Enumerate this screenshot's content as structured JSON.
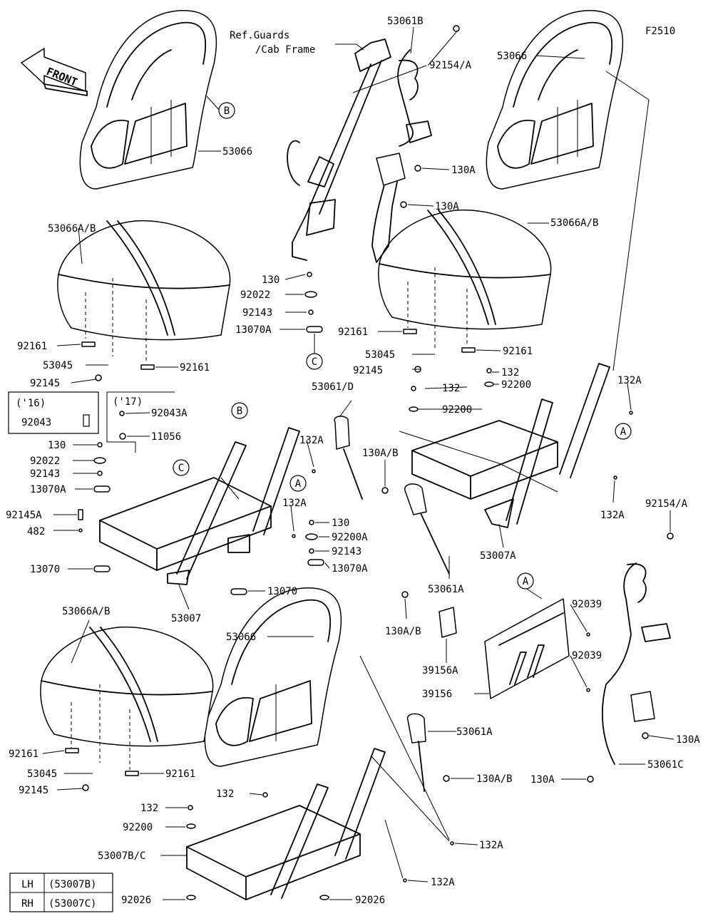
{
  "figure_code": "F2510",
  "front_label": "FRONT",
  "ref_note_line1": "Ref.Guards",
  "ref_note_line2": "/Cab Frame",
  "year_16": "('16)",
  "year_17": "('17)",
  "callouts": {
    "a": "A",
    "b": "B",
    "c": "C"
  },
  "parts": {
    "p53061B": "53061B",
    "p92154A": "92154/A",
    "p53066": "53066",
    "p53066AB": "53066A/B",
    "p130A": "130A",
    "p130": "130",
    "p92022": "92022",
    "p92143": "92143",
    "p13070A": "13070A",
    "p92161": "92161",
    "p53045": "53045",
    "p92145": "92145",
    "p92043": "92043",
    "p92043A": "92043A",
    "p11056": "11056",
    "p53061D": "53061/D",
    "p130AB": "130A/B",
    "p132": "132",
    "p132A": "132A",
    "p92200": "92200",
    "p92200A": "92200A",
    "p92145A": "92145A",
    "p482": "482",
    "p13070": "13070",
    "p53007": "53007",
    "p53007A": "53007A",
    "p53061A": "53061A",
    "p92039": "92039",
    "p39156A": "39156A",
    "p39156": "39156",
    "p53061C": "53061C",
    "p53007BC": "53007B/C",
    "p92026": "92026"
  },
  "variant_table": [
    {
      "side": "LH",
      "code": "(53007B)"
    },
    {
      "side": "RH",
      "code": "(53007C)"
    }
  ]
}
